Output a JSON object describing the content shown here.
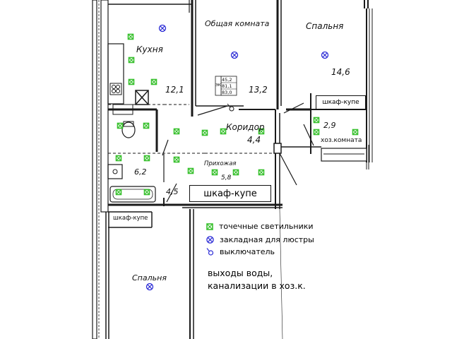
{
  "rooms": {
    "kitchen": {
      "name": "Кухня",
      "area": "12,1"
    },
    "living": {
      "name": "Общая комната",
      "area": "13,2"
    },
    "bedroom_top": {
      "name": "Спальня",
      "area": "14,6"
    },
    "corridor": {
      "name": "Коридор",
      "area": "4,4"
    },
    "hallway": {
      "name": "Прихожая",
      "area": "5,8"
    },
    "bath": {
      "area": "6,2"
    },
    "wc": {
      "area": "4,5"
    },
    "utility": {
      "area": "2,9",
      "name": "хоз.комната"
    },
    "bedroom_bottom": {
      "name": "Спальня"
    }
  },
  "area_table": {
    "row1": "45,2",
    "row2": "81,1",
    "row3": "83,0",
    "side": "ЭК"
  },
  "closets": {
    "main": "шкаф-купе",
    "utility": "шкаф-купе",
    "bedroom": "шкаф-купе"
  },
  "legend": {
    "spotlights": "точечные светильники",
    "chandelier": "закладная для люстры",
    "switch": "выключатель"
  },
  "note": {
    "line1": "выходы воды,",
    "line2": "канализации в хоз.к."
  },
  "colors": {
    "spotlight": "#37c02c",
    "chandelier": "#2b2bd6",
    "wall": "#1a1a1a"
  },
  "icons": {
    "spotlight": "spot-light-icon",
    "chandelier": "chandelier-mount-icon",
    "switch": "switch-icon"
  }
}
